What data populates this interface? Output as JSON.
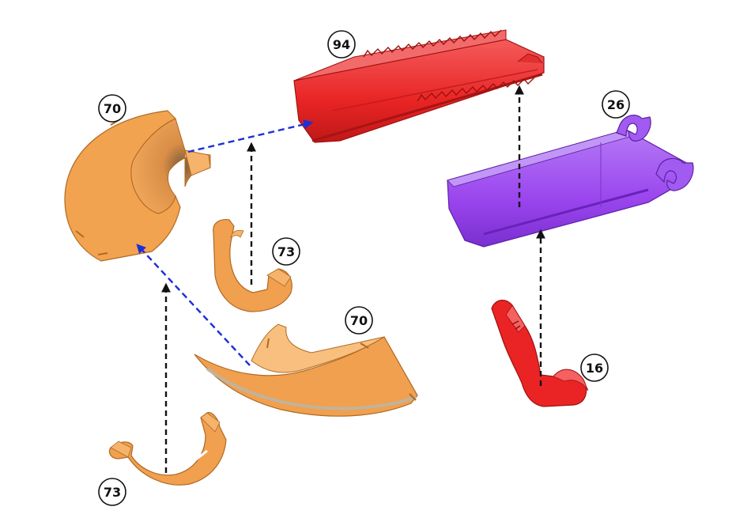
{
  "labels": {
    "orange_elbow_top": "70",
    "orange_elbow_bottom": "70",
    "orange_clip_mid": "73",
    "orange_clip_bottom": "73",
    "red_pipe": "94",
    "purple_shell": "26",
    "red_hook": "16"
  },
  "colors": {
    "orange": "#f0a04f",
    "orange_dark": "#c8782e",
    "orange_light": "#f8c586",
    "red": "#ee2a2a",
    "red_dark": "#b51515",
    "purple": "#9b46ee",
    "purple_dark": "#6f26c2",
    "arrow_black": "#111111",
    "arrow_blue": "#1c2fd6"
  }
}
